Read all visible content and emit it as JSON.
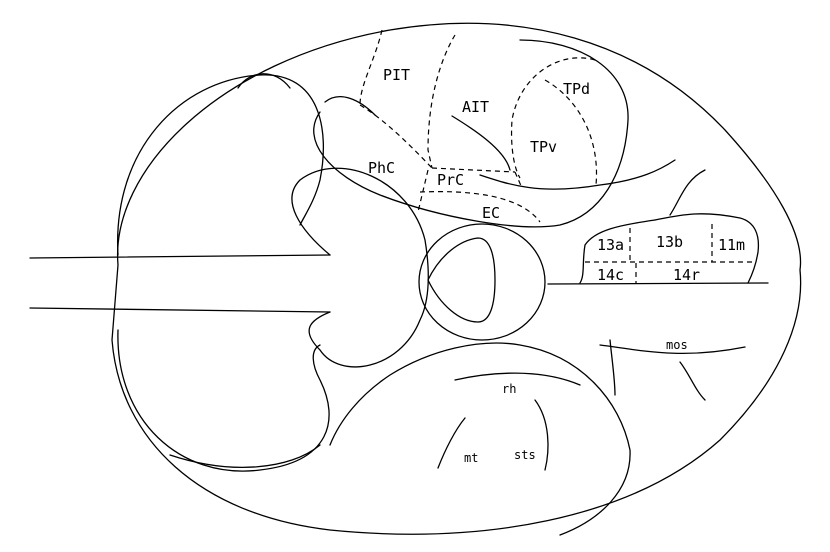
{
  "labels": {
    "pit": "PIT",
    "ait": "AIT",
    "tpd": "TPd",
    "tpv": "TPv",
    "phc": "PhC",
    "prc": "PrC",
    "ec": "EC",
    "a13a": "13a",
    "a13b": "13b",
    "a11m": "11m",
    "a14c": "14c",
    "a14r": "14r",
    "mos": "mos",
    "rh": "rh",
    "mt": "mt",
    "sts": "sts"
  }
}
